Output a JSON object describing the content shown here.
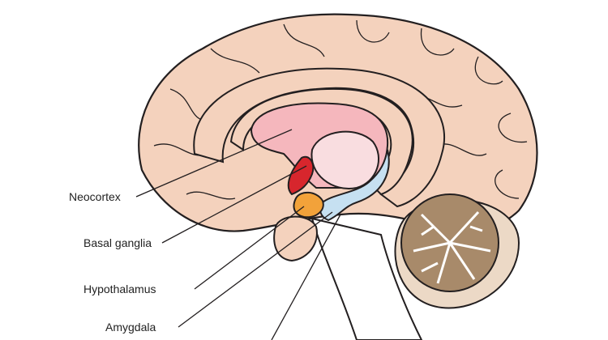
{
  "diagram": {
    "labels": {
      "neocortex": "Neocortex",
      "basal_ganglia": "Basal ganglia",
      "hypothalamus": "Hypothalamus",
      "amygdala": "Amygdala"
    },
    "colors": {
      "cortex": "#f4d2bd",
      "outline": "#231f20",
      "limbic": "#f5b7bd",
      "thalamus": "#f9dde0",
      "basal_ganglia": "#d7262d",
      "hypothalamus": "#f2a23a",
      "amygdala": "#c6e0f1",
      "cerebellum": "#a88a6a",
      "cerebellum_light": "#ecd9c6"
    }
  }
}
